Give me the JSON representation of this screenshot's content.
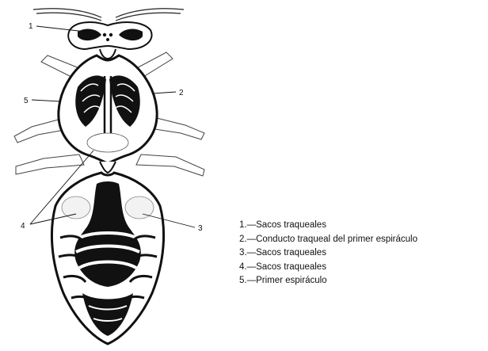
{
  "diagram": {
    "callouts": [
      "1",
      "2",
      "3",
      "4",
      "5"
    ]
  },
  "legend": {
    "items": [
      "1.—Sacos traqueales",
      "2.—Conducto traqueal del primer espiráculo",
      "3.—Sacos traqueales",
      "4.—Sacos traqueales",
      "5.—Primer espiráculo"
    ]
  }
}
